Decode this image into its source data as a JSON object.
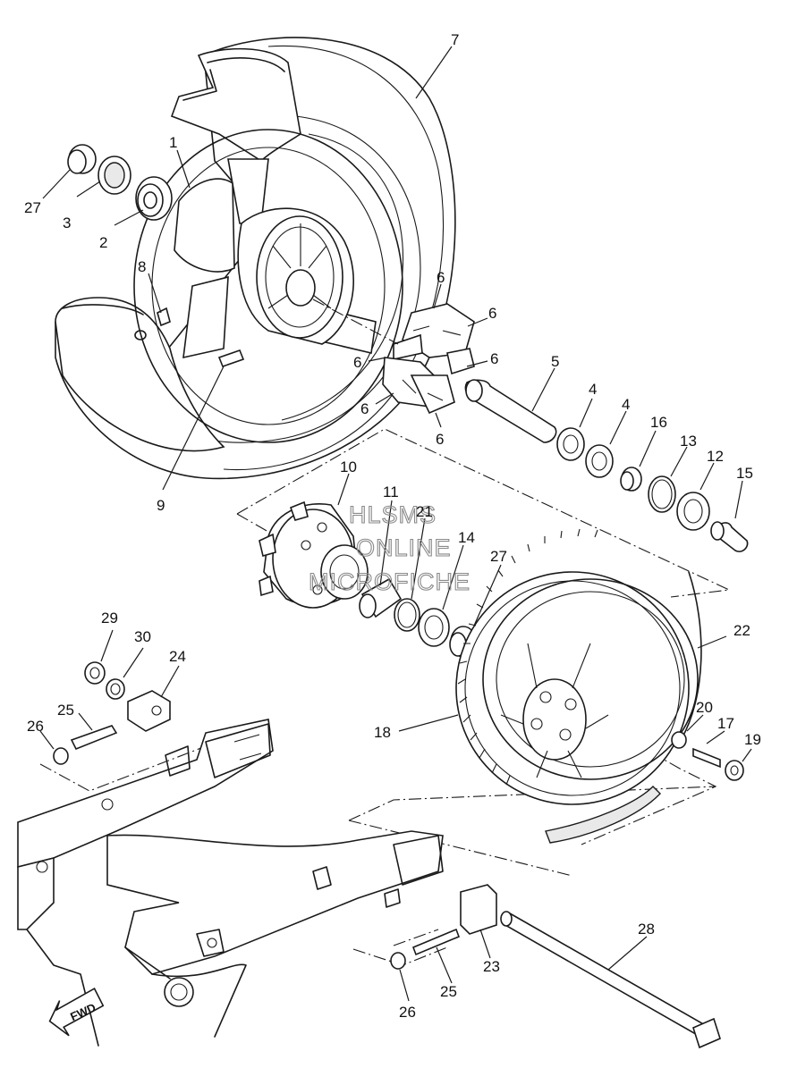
{
  "watermark": {
    "line1": "HLSMS",
    "line2": "ONLINE",
    "line3": "MICROFICHE"
  },
  "direction_arrow": {
    "label": "FWD"
  },
  "callouts": [
    {
      "id": "c1",
      "label": "1"
    },
    {
      "id": "c2",
      "label": "2"
    },
    {
      "id": "c3",
      "label": "3"
    },
    {
      "id": "c27a",
      "label": "27"
    },
    {
      "id": "c7",
      "label": "7"
    },
    {
      "id": "c8",
      "label": "8"
    },
    {
      "id": "c9",
      "label": "9"
    },
    {
      "id": "c6a",
      "label": "6"
    },
    {
      "id": "c6b",
      "label": "6"
    },
    {
      "id": "c6c",
      "label": "6"
    },
    {
      "id": "c6d",
      "label": "6"
    },
    {
      "id": "c6e",
      "label": "6"
    },
    {
      "id": "c6f",
      "label": "6"
    },
    {
      "id": "c5",
      "label": "5"
    },
    {
      "id": "c4a",
      "label": "4"
    },
    {
      "id": "c4b",
      "label": "4"
    },
    {
      "id": "c16",
      "label": "16"
    },
    {
      "id": "c13",
      "label": "13"
    },
    {
      "id": "c12",
      "label": "12"
    },
    {
      "id": "c15",
      "label": "15"
    },
    {
      "id": "c10",
      "label": "10"
    },
    {
      "id": "c11",
      "label": "11"
    },
    {
      "id": "c21",
      "label": "21"
    },
    {
      "id": "c14",
      "label": "14"
    },
    {
      "id": "c27b",
      "label": "27"
    },
    {
      "id": "c22",
      "label": "22"
    },
    {
      "id": "c18",
      "label": "18"
    },
    {
      "id": "c20",
      "label": "20"
    },
    {
      "id": "c17",
      "label": "17"
    },
    {
      "id": "c19",
      "label": "19"
    },
    {
      "id": "c29",
      "label": "29"
    },
    {
      "id": "c30",
      "label": "30"
    },
    {
      "id": "c24",
      "label": "24"
    },
    {
      "id": "c25a",
      "label": "25"
    },
    {
      "id": "c26a",
      "label": "26"
    },
    {
      "id": "c28",
      "label": "28"
    },
    {
      "id": "c23",
      "label": "23"
    },
    {
      "id": "c25b",
      "label": "25"
    },
    {
      "id": "c26b",
      "label": "26"
    }
  ]
}
